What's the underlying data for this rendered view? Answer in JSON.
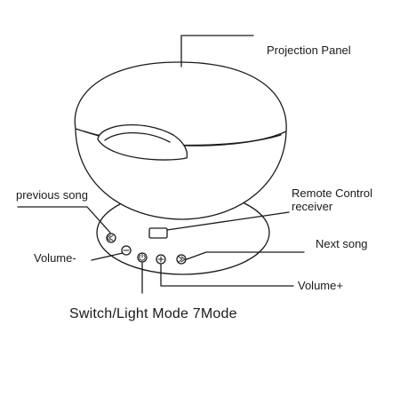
{
  "labels": {
    "projection_panel": "Projection Panel",
    "previous_song": "previous song",
    "remote_control_receiver": "Remote Control receiver",
    "next_song": "Next song",
    "volume_minus": "Volume-",
    "volume_plus": "Volume+",
    "switch_light_mode": "Switch/Light Mode 7Mode"
  },
  "colors": {
    "stroke": "#1a1a1a",
    "fill": "#ffffff"
  }
}
